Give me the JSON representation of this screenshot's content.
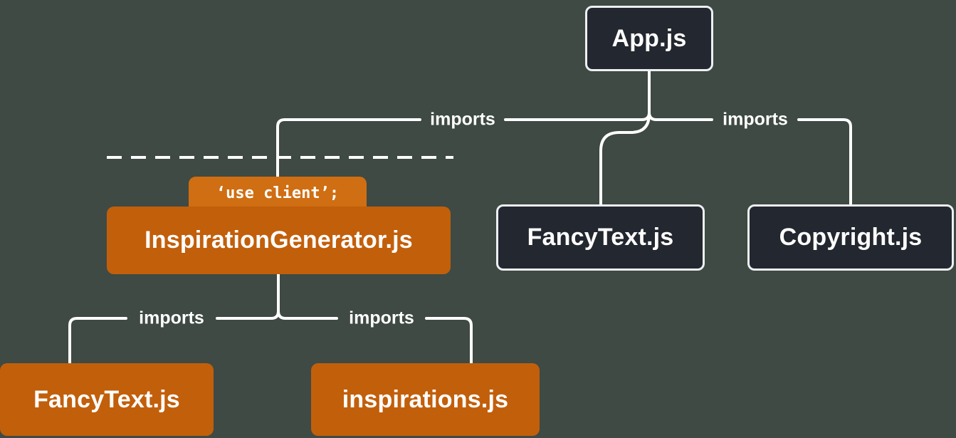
{
  "diagram": {
    "colors": {
      "background": "#3E4A43",
      "server_box_fill": "#23272F",
      "server_box_border": "#EDEFF2",
      "client_box_fill": "#C25F0B",
      "badge_fill": "#CF6E12",
      "line": "#FFFFFF",
      "text": "#FFFFFF"
    },
    "nodes": {
      "app": {
        "label": "App.js",
        "type": "server"
      },
      "inspiration_generator": {
        "label": "InspirationGenerator.js",
        "type": "client",
        "directive": "‘use client’;"
      },
      "fancy_text_top": {
        "label": "FancyText.js",
        "type": "server"
      },
      "copyright": {
        "label": "Copyright.js",
        "type": "server"
      },
      "fancy_text_bottom": {
        "label": "FancyText.js",
        "type": "client"
      },
      "inspirations": {
        "label": "inspirations.js",
        "type": "client"
      }
    },
    "edges": [
      {
        "from": "App.js",
        "to": "InspirationGenerator.js",
        "label": "imports"
      },
      {
        "from": "App.js",
        "to": "FancyText.js",
        "label": ""
      },
      {
        "from": "App.js",
        "to": "Copyright.js",
        "label": "imports"
      },
      {
        "from": "InspirationGenerator.js",
        "to": "FancyText.js",
        "label": "imports"
      },
      {
        "from": "InspirationGenerator.js",
        "to": "inspirations.js",
        "label": "imports"
      }
    ]
  }
}
